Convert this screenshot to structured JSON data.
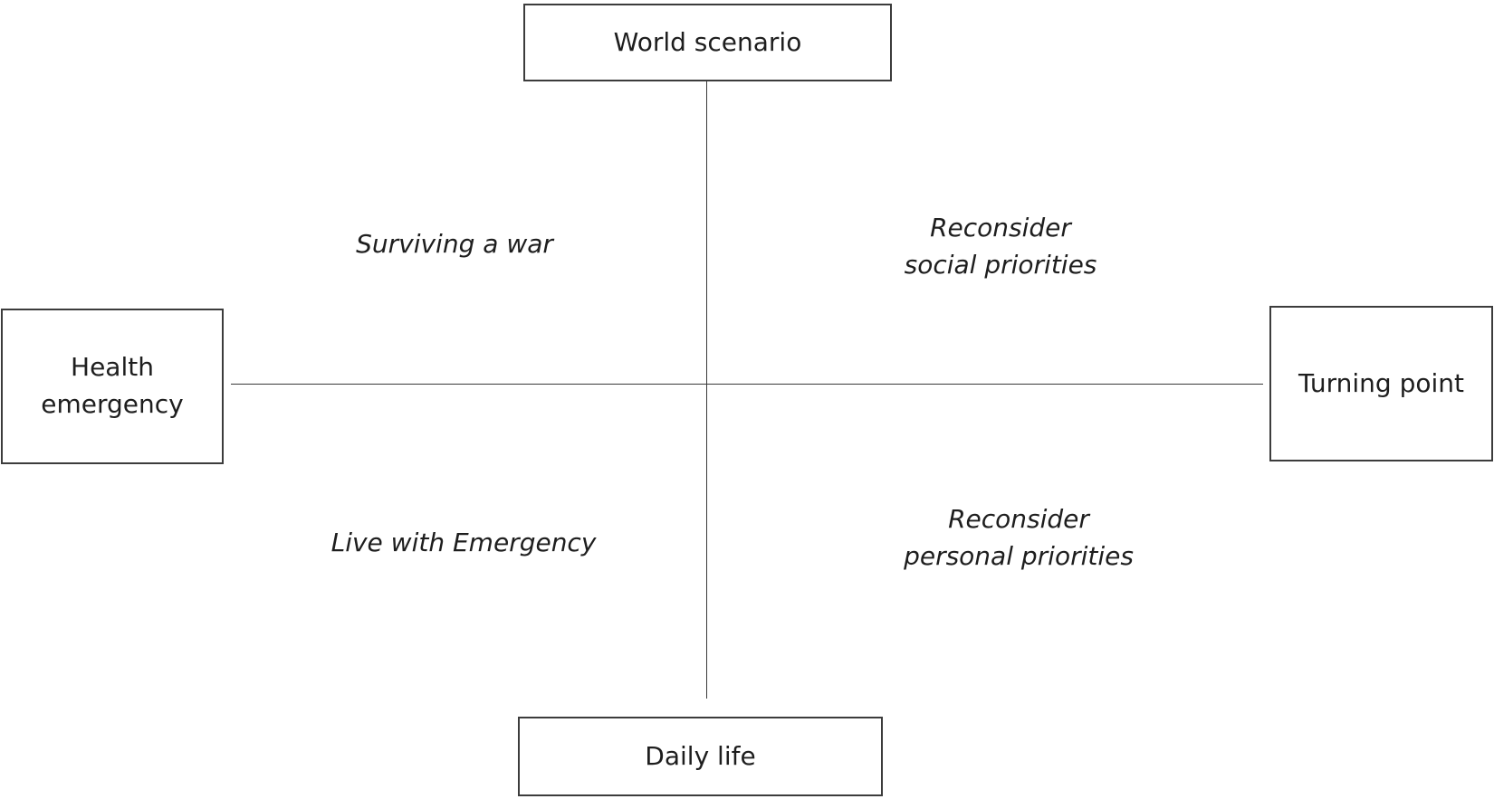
{
  "diagram": {
    "poles": {
      "top": "World scenario",
      "bottom": "Daily life",
      "left_line1": "Health",
      "left_line2": "emergency",
      "right": "Turning point"
    },
    "quadrants": {
      "top_left": "Surviving a war",
      "top_right_line1": "Reconsider",
      "top_right_line2": "social priorities",
      "bottom_left": "Live with Emergency",
      "bottom_right_line1": "Reconsider",
      "bottom_right_line2": "personal priorities"
    }
  }
}
